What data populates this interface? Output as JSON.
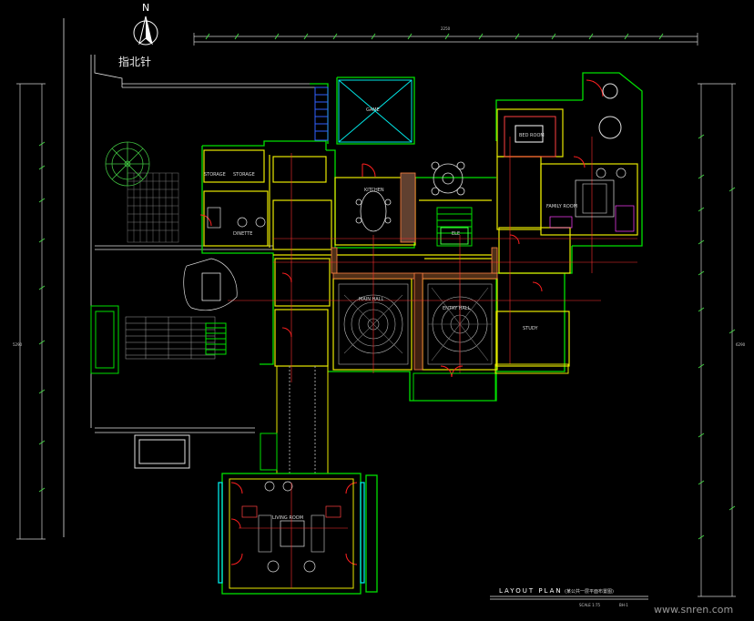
{
  "north_arrow": {
    "letter": "N",
    "caption": "指北针"
  },
  "dimensions": {
    "top": "2250",
    "left": "5290",
    "right": "6290",
    "bottom_scale": "SCALE 1:75"
  },
  "title_block": {
    "title": "LAYOUT    PLAN",
    "subtitle": "(某公共一层平面布置图)",
    "code": "BH-1"
  },
  "watermark": "www.snren.com",
  "rooms": {
    "storage1": "STORAGE",
    "storage2": "STORAGE",
    "dining": "DINETTE",
    "kitchen": "KITCHEN",
    "family_room": "FAMILY ROOM",
    "living_room": "LIVING ROOM",
    "guest_bed": "BED ROOM",
    "study": "STUDY",
    "hall_left": "MAIN HALL",
    "hall_right": "ENTRY HALL",
    "game": "GAME",
    "elevator": "ELE"
  },
  "colors": {
    "wall_green": "#00e000",
    "wall_yellow": "#e8e800",
    "wall_white": "#ffffff",
    "door_red": "#ff2020",
    "grid_red": "#ff3030",
    "cyan": "#00e8e8",
    "blue": "#3060ff",
    "magenta": "#e000e0",
    "orange": "#ff9020"
  }
}
